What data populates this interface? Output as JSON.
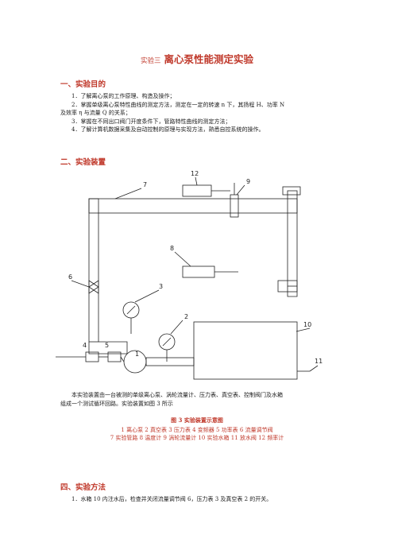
{
  "title": {
    "prefix": "实验三",
    "main": "离心泵性能测定实验"
  },
  "sections": {
    "s1": {
      "heading": "一、实验目的",
      "items": [
        "1．了解离心泵的工作原理、构造及操作；",
        "2．掌握单级离心泵特性曲线的测定方法，测定在一定的转速 n 下，其扬程 H、功率 N",
        "及效率 η 与流量 Q 的关系；",
        "3．掌握在不同出口阀门开度条件下，管路特性曲线的测定方法；",
        "4．了解计算机数据采集及自动控制的原理与实现方法，熟悉自控系统的操作。"
      ]
    },
    "s2": {
      "heading": "二、实验装置"
    },
    "s4": {
      "heading": "四、实验方法",
      "items": [
        "1．水箱 10 内注水后，检查并关闭流量调节阀 6，压力表 3 及真空表 2 的开关。"
      ]
    }
  },
  "diagram": {
    "labels": {
      "l1": "1",
      "l2": "2",
      "l3": "3",
      "l4": "4",
      "l5": "5",
      "l6": "6",
      "l7": "7",
      "l8": "8",
      "l9": "9",
      "l10": "10",
      "l11": "11",
      "l12": "12"
    }
  },
  "description": {
    "line1": "本实验装置由一台被测的单级离心泵、涡轮流量计、压力表、真空表、控制阀门及水箱",
    "line2": "组成一个测试循环回路。实验装置如图 3 所示"
  },
  "figure": {
    "title": "图 3 实验装置示意图",
    "legend_line1": "1 离心泵    2 真空表    3 压力表    4 变频器    5 功率表    6 流量调节阀",
    "legend_line2": "7 实验管路    8 温度计   9 涡轮流量计   10 实验水箱  11 放水阀    12 频率计"
  },
  "colors": {
    "accent": "#c0392b",
    "line": "#222222"
  }
}
